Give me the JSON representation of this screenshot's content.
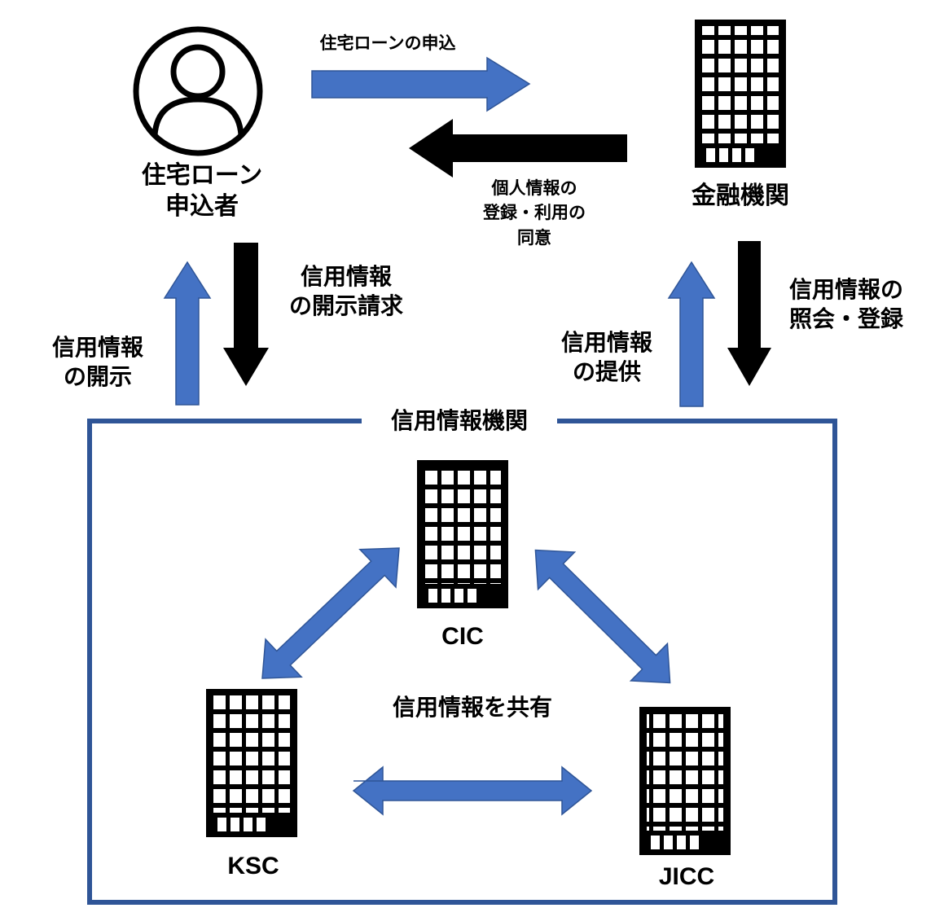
{
  "colors": {
    "blue_arrow": "#4472C4",
    "blue_arrow_stroke": "#2F5597",
    "black_arrow": "#000000",
    "box_border": "#2F5597",
    "building": "#000000",
    "building_window": "#ffffff"
  },
  "icons": {
    "applicant": "person-icon",
    "bank": "building-icon",
    "cic": "building-icon",
    "ksc": "building-icon",
    "jicc": "building-icon"
  },
  "labels": {
    "applicant": "住宅ローン\n申込者",
    "bank": "金融機関",
    "loan_application": "住宅ローンの申込",
    "consent": "個人情報の\n登録・利用の\n同意",
    "disclosure_request": "信用情報\nの開示請求",
    "disclosure": "信用情報\nの開示",
    "provision": "信用情報\nの提供",
    "inquiry_registration": "信用情報の\n照会・登録",
    "agency_box_title": "信用情報機関",
    "sharing": "信用情報を共有",
    "cic": "CIC",
    "ksc": "KSC",
    "jicc": "JICC"
  }
}
